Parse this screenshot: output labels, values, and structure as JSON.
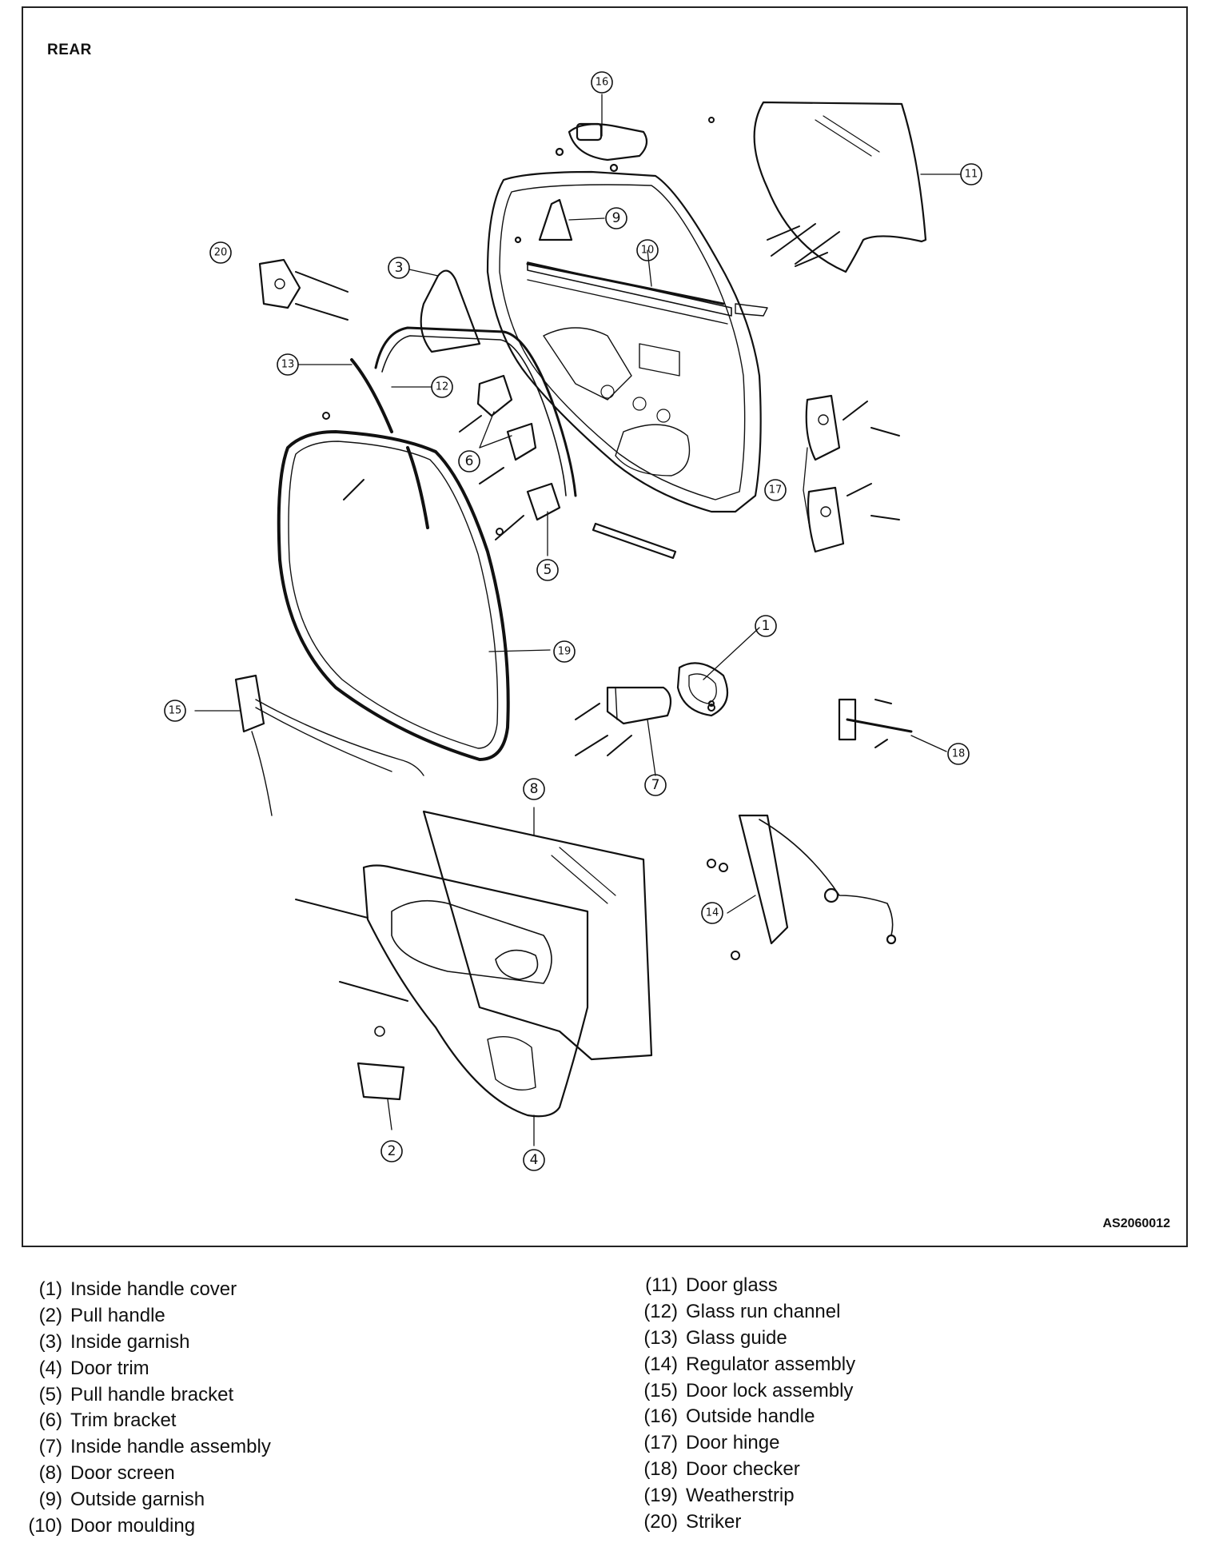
{
  "diagram": {
    "title": "REAR",
    "figure_code": "AS2060012"
  },
  "legend": [
    {
      "num": "(1)",
      "label": "Inside handle cover"
    },
    {
      "num": "(2)",
      "label": "Pull handle"
    },
    {
      "num": "(3)",
      "label": "Inside garnish"
    },
    {
      "num": "(4)",
      "label": "Door trim"
    },
    {
      "num": "(5)",
      "label": "Pull handle bracket"
    },
    {
      "num": "(6)",
      "label": "Trim bracket"
    },
    {
      "num": "(7)",
      "label": "Inside handle assembly"
    },
    {
      "num": "(8)",
      "label": "Door screen"
    },
    {
      "num": "(9)",
      "label": "Outside garnish"
    },
    {
      "num": "(10)",
      "label": "Door moulding"
    },
    {
      "num": "(11)",
      "label": "Door glass"
    },
    {
      "num": "(12)",
      "label": "Glass run channel"
    },
    {
      "num": "(13)",
      "label": "Glass guide"
    },
    {
      "num": "(14)",
      "label": "Regulator assembly"
    },
    {
      "num": "(15)",
      "label": "Door lock assembly"
    },
    {
      "num": "(16)",
      "label": "Outside handle"
    },
    {
      "num": "(17)",
      "label": "Door hinge"
    },
    {
      "num": "(18)",
      "label": "Door checker"
    },
    {
      "num": "(19)",
      "label": "Weatherstrip"
    },
    {
      "num": "(20)",
      "label": "Striker"
    }
  ]
}
